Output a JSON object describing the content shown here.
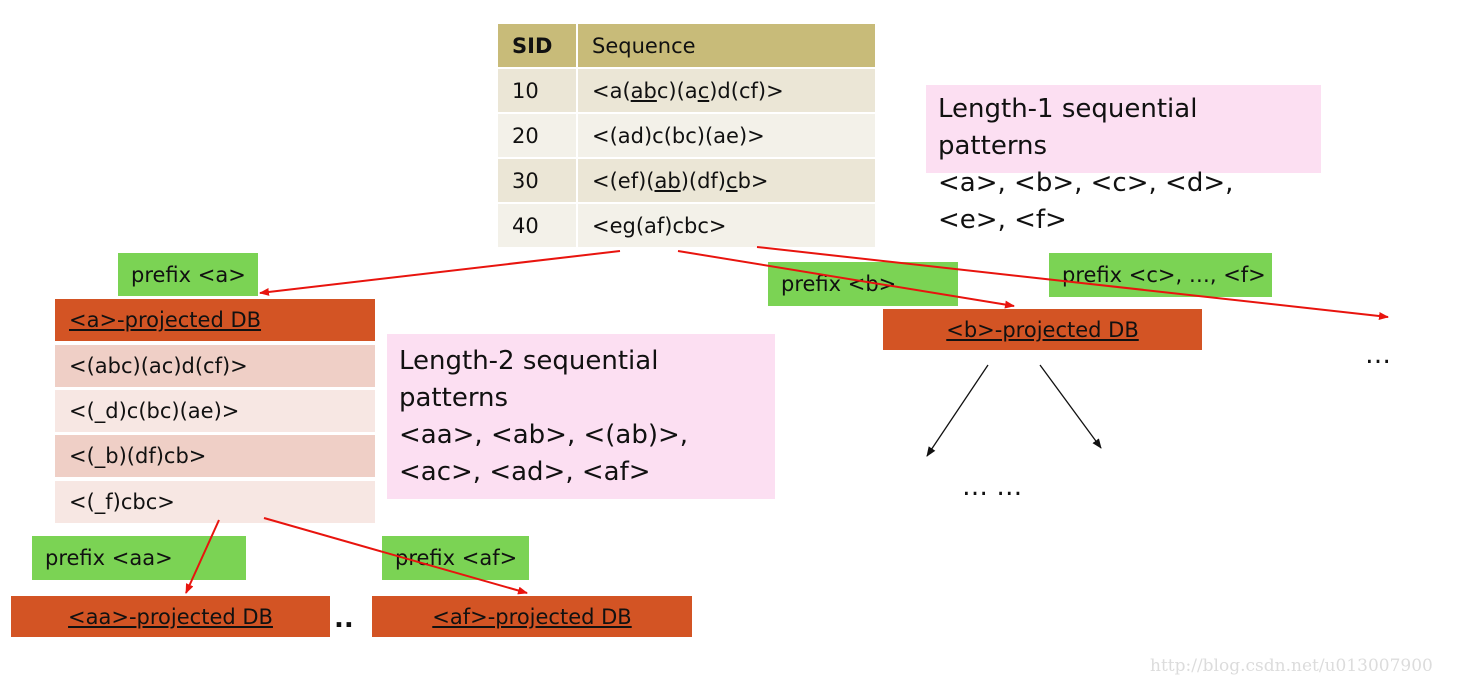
{
  "table": {
    "header_sid": "SID",
    "header_sequence": "Sequence",
    "rows": [
      {
        "sid": "10",
        "seq": [
          [
            "<a(",
            false
          ],
          [
            "ab",
            true
          ],
          [
            "c)(a",
            false
          ],
          [
            "c",
            true
          ],
          [
            ")d(cf)>",
            false
          ]
        ]
      },
      {
        "sid": "20",
        "seq": [
          [
            "<(ad)c(bc)(ae)>",
            false
          ]
        ]
      },
      {
        "sid": "30",
        "seq": [
          [
            "<(ef)(",
            false
          ],
          [
            "ab",
            true
          ],
          [
            ")(df)",
            false
          ],
          [
            "c",
            true
          ],
          [
            "b>",
            false
          ]
        ]
      },
      {
        "sid": "40",
        "seq": [
          [
            "<eg(af)cbc>",
            false
          ]
        ]
      }
    ]
  },
  "length1": {
    "title": "Length-1 sequential patterns",
    "patterns": "<a>, <b>, <c>, <d>, <e>, <f>"
  },
  "length2": {
    "line1": "Length-2 sequential",
    "line2": "patterns",
    "line3": "<aa>, <ab>, <(ab)>,",
    "line4": "<ac>, <ad>, <af>"
  },
  "prefixes": {
    "a": "prefix <a>",
    "b": "prefix <b>",
    "cf": "prefix <c>, …, <f>",
    "aa": "prefix <aa>",
    "af": "prefix <af>"
  },
  "projected": {
    "a": {
      "title": "<a>-projected DB",
      "rows": [
        "<(abc)(ac)d(cf)>",
        "<(_d)c(bc)(ae)>",
        "<(_b)(df)cb>",
        "<(_f)cbc>"
      ]
    },
    "b": {
      "title": "<b>-projected DB"
    },
    "aa": {
      "title": "<aa>-projected DB"
    },
    "af": {
      "title": "<af>-projected DB"
    }
  },
  "ellipsis": {
    "right": "…",
    "b_children": "… …",
    "aa_more": ".."
  },
  "watermark": "http://blog.csdn.net/u013007900",
  "colors": {
    "table_header": "#c8bb79",
    "pink": "#fcdff2",
    "green": "#7bd354",
    "orange": "#d35424",
    "arrow_red": "#e8140e"
  }
}
